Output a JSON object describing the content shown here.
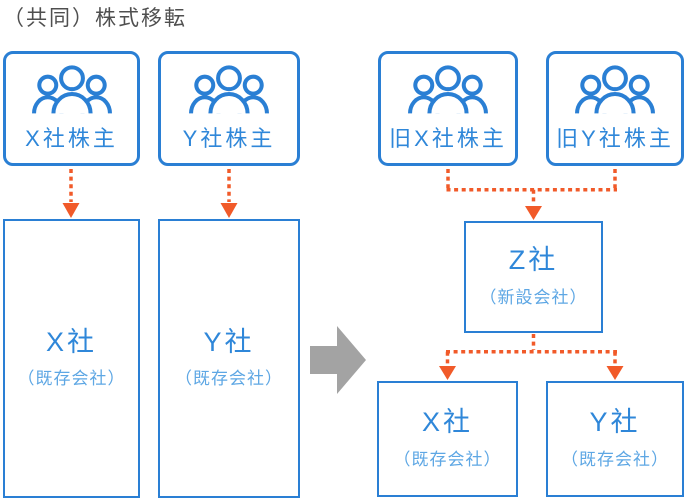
{
  "title": "（共同）株式移転",
  "before": {
    "shareholder_x": {
      "label": "X社株主"
    },
    "shareholder_y": {
      "label": "Y社株主"
    },
    "company_x": {
      "label": "X社",
      "sublabel": "（既存会社）"
    },
    "company_y": {
      "label": "Y社",
      "sublabel": "（既存会社）"
    }
  },
  "after": {
    "shareholder_x": {
      "label": "旧X社株主"
    },
    "shareholder_y": {
      "label": "旧Y社株主"
    },
    "new_company": {
      "label": "Z社",
      "sublabel": "（新設会社）"
    },
    "company_x": {
      "label": "X社",
      "sublabel": "（既存会社）"
    },
    "company_y": {
      "label": "Y社",
      "sublabel": "（既存会社）"
    }
  },
  "icons": {
    "shareholder_group": "people-group-icon",
    "transform": "right-arrow-icon",
    "ownership_flow": "dotted-arrow-down-icon"
  },
  "colors": {
    "box_border_blue": "#2a7fd4",
    "label_blue": "#2f87d9",
    "sublabel_blue": "#5ea7e4",
    "arrow_orange": "#f15a29",
    "transform_arrow_gray": "#a3a3a3",
    "title_gray": "#4f4f4f",
    "background": "#ffffff"
  }
}
